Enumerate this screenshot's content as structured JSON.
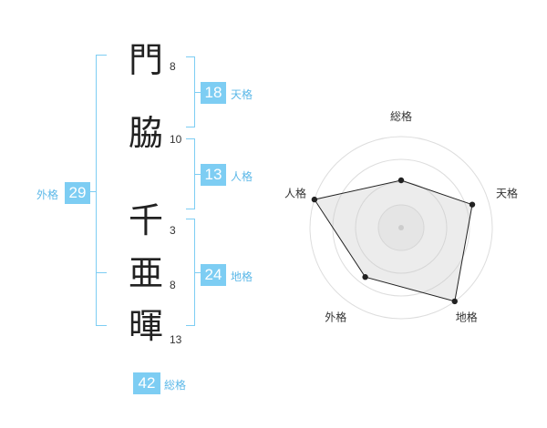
{
  "name": {
    "chars": [
      {
        "char": "門",
        "strokes": "8"
      },
      {
        "char": "脇",
        "strokes": "10"
      },
      {
        "char": "千",
        "strokes": "3"
      },
      {
        "char": "亜",
        "strokes": "8"
      },
      {
        "char": "暉",
        "strokes": "13"
      }
    ]
  },
  "groups": {
    "tenkaku": {
      "value": "18",
      "label": "天格"
    },
    "jinkaku": {
      "value": "13",
      "label": "人格"
    },
    "chikaku": {
      "value": "24",
      "label": "地格"
    },
    "gaikaku": {
      "value": "29",
      "label": "外格"
    },
    "soukaku": {
      "value": "42",
      "label": "総格"
    }
  },
  "colors": {
    "accent": "#7dcdf3",
    "accent_text": "#5cb8e8"
  },
  "chart_data": {
    "type": "radar",
    "axes": [
      "総格",
      "天格",
      "地格",
      "外格",
      "人格"
    ],
    "values": [
      0.52,
      0.82,
      1.0,
      0.67,
      1.0
    ],
    "rings": 4
  }
}
